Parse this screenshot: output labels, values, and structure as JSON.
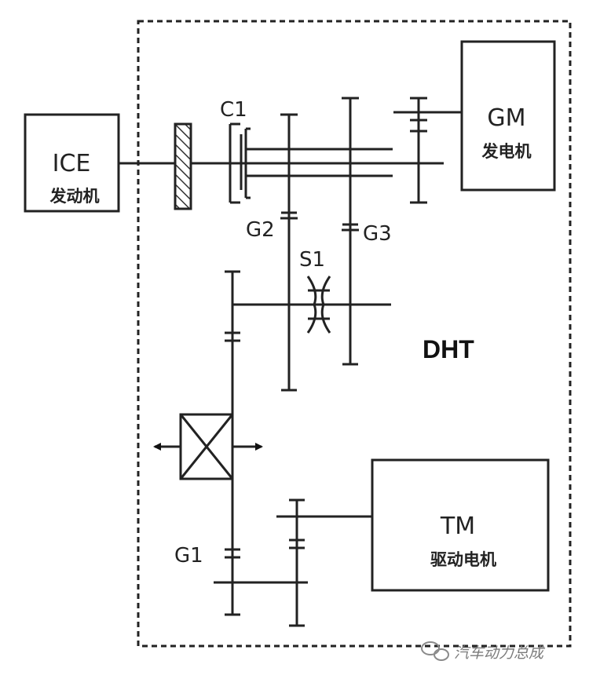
{
  "components": {
    "ice": {
      "name": "ICE",
      "sub": "发动机"
    },
    "gm": {
      "name": "GM",
      "sub": "发电机"
    },
    "tm": {
      "name": "TM",
      "sub": "驱动电机"
    }
  },
  "gears": {
    "c1": "C1",
    "g2": "G2",
    "g3": "G3",
    "s1": "S1",
    "g1": "G1"
  },
  "system_label": "DHT",
  "watermark": "汽车动力总成"
}
